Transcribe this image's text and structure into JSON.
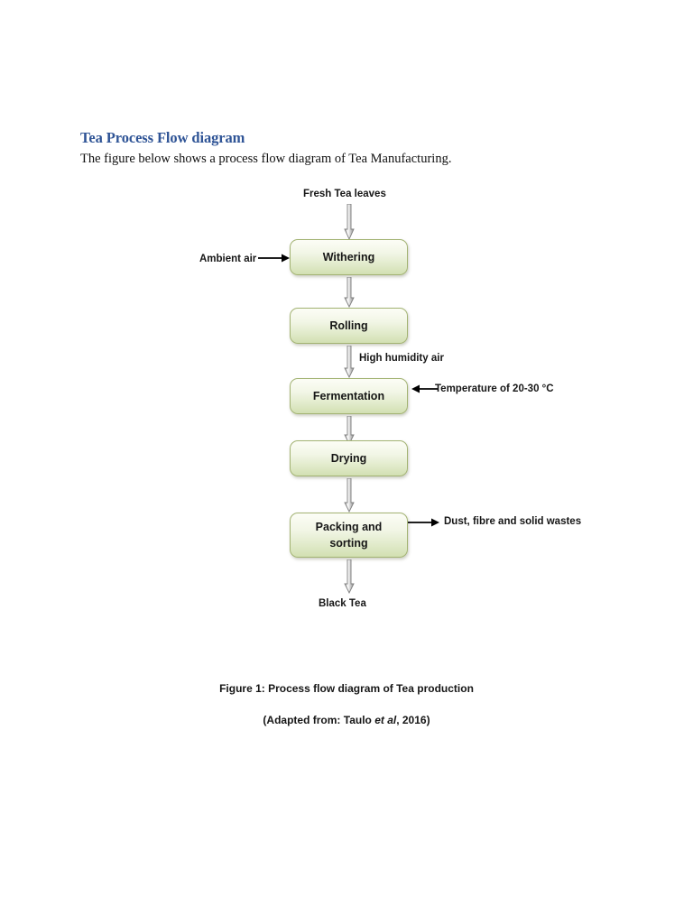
{
  "document": {
    "heading": "Tea Process Flow diagram",
    "intro": "The figure below shows a process flow diagram of Tea Manufacturing."
  },
  "diagram": {
    "input_top_label": "Fresh Tea leaves",
    "output_bottom_label": "Black Tea",
    "steps": [
      {
        "id": "withering",
        "label": "Withering"
      },
      {
        "id": "rolling",
        "label": "Rolling"
      },
      {
        "id": "fermentation",
        "label": "Fermentation"
      },
      {
        "id": "drying",
        "label": "Drying"
      },
      {
        "id": "packing",
        "label": "Packing and sorting",
        "line1": "Packing and",
        "line2": "sorting"
      }
    ],
    "side_labels": {
      "ambient_air": "Ambient air",
      "high_humidity_air": "High humidity air",
      "temperature": "Temperature of 20-30 °C",
      "wastes": "Dust, fibre and solid wastes"
    },
    "colors": {
      "box_fill_top": "#fcfdf6",
      "box_fill_bottom": "#d2e0b2",
      "box_border": "#a3b373",
      "flow_arrow_stroke": "#808080",
      "side_arrow": "#000000",
      "heading": "#2f5496"
    }
  },
  "caption": {
    "line1": "Figure 1: Process flow diagram of Tea production",
    "line2_prefix": "(Adapted from: Taulo ",
    "line2_italic": "et al",
    "line2_suffix": ", 2016)"
  }
}
